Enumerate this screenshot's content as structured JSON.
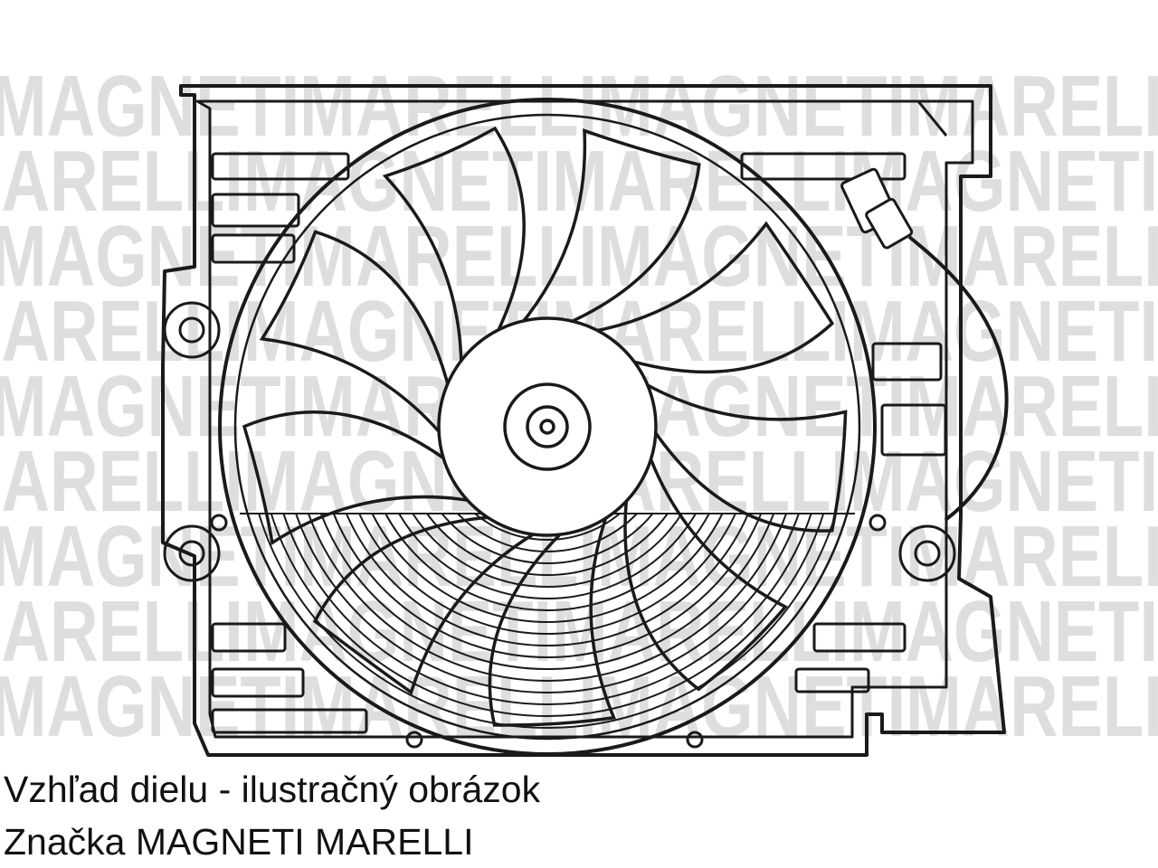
{
  "figure": {
    "subject": "radiator-cooling-fan-assembly",
    "watermark_text": "MAGNETI MARELLI",
    "line_color": "#1a1a1a",
    "watermark_color": "#d6d6d6"
  },
  "caption": {
    "line1": "Vzhľad dielu - ilustračný obrázok",
    "line2": "Značka MAGNETI MARELLI"
  }
}
